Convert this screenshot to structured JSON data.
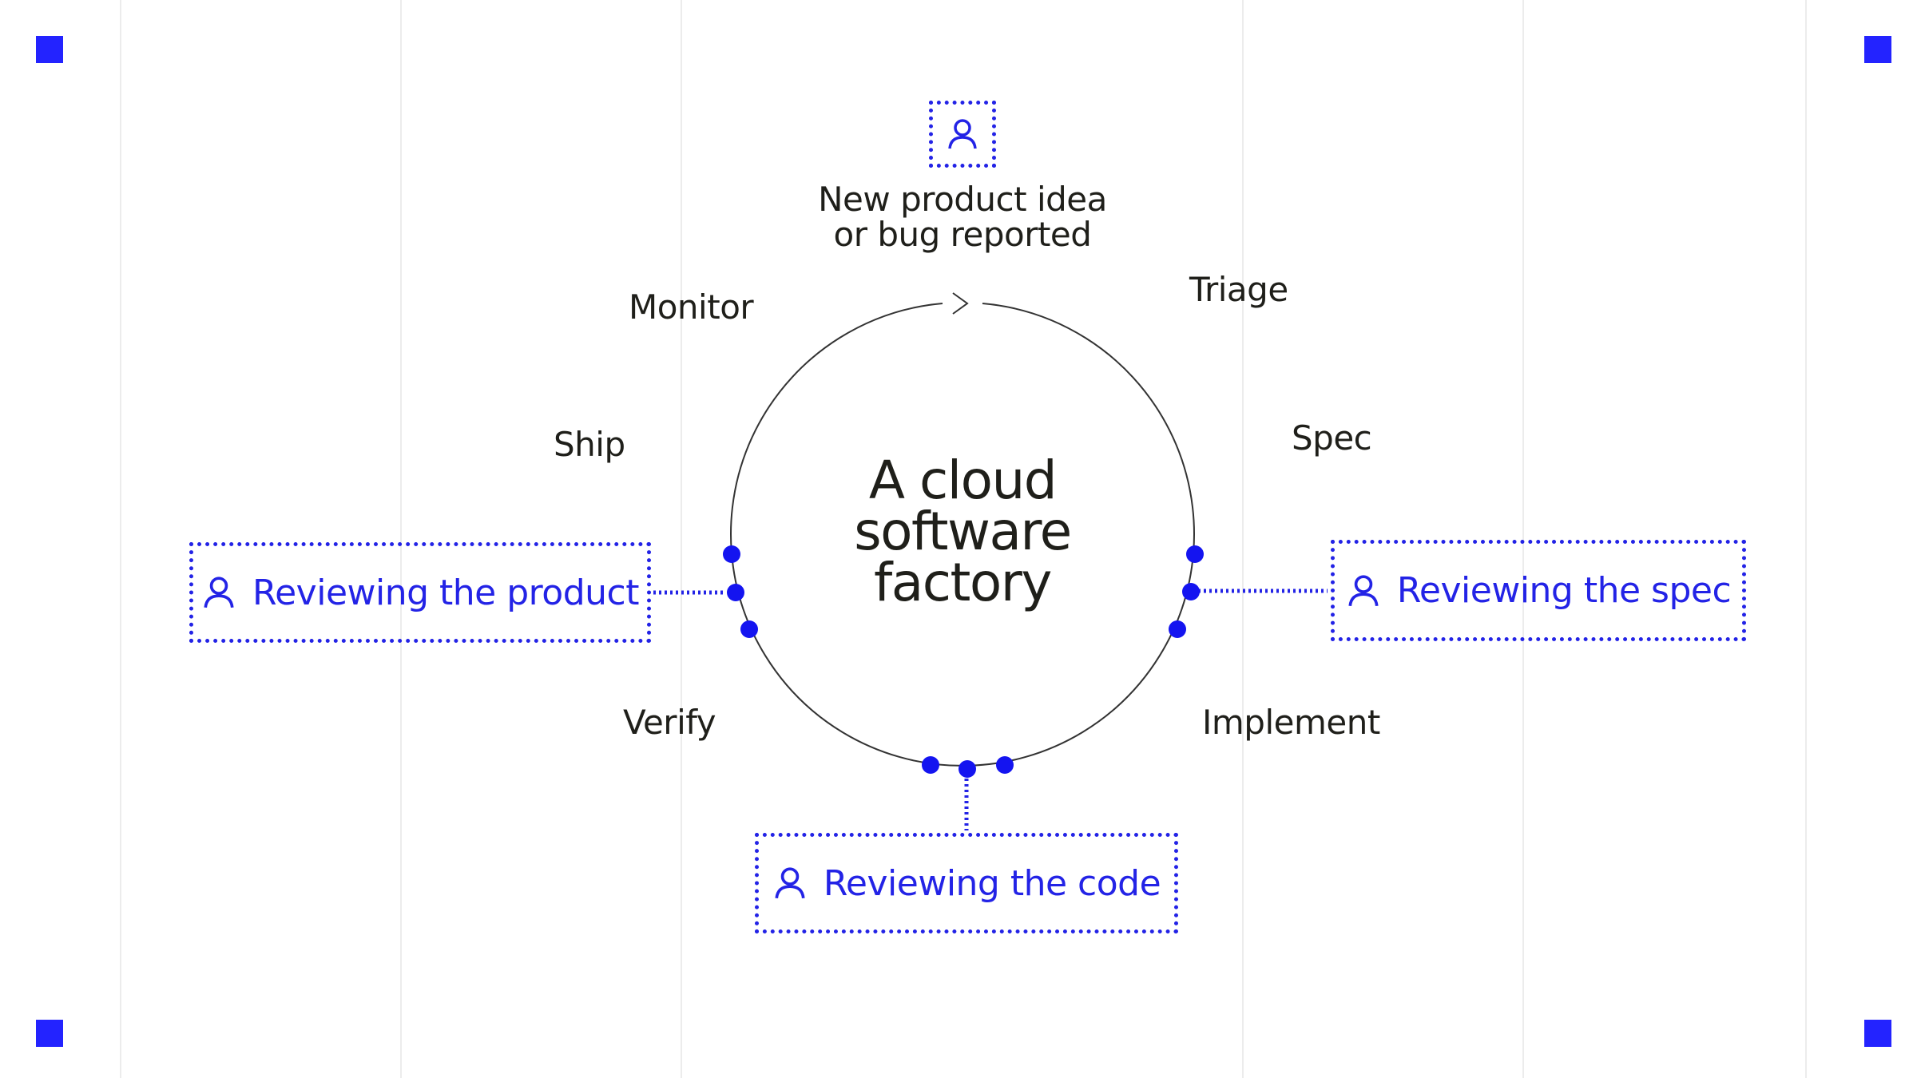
{
  "diagram": {
    "title_lines": [
      "A cloud",
      "software",
      "factory"
    ],
    "entry_point": {
      "icon": "person-icon",
      "caption_lines": [
        "New product idea",
        "or bug reported"
      ]
    },
    "stages": [
      "Triage",
      "Spec",
      "Implement",
      "Verify",
      "Ship",
      "Monitor"
    ],
    "reviews": {
      "product": "Reviewing the product",
      "spec": "Reviewing the spec",
      "code": "Reviewing the code"
    },
    "accent_color": "#2323e6",
    "corner_color": "#2323ff",
    "text_color": "#1f1f1a"
  }
}
